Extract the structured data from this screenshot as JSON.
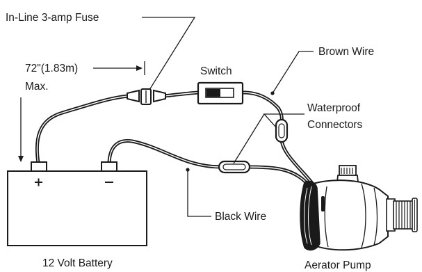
{
  "labels": {
    "fuse": "In-Line 3-amp Fuse",
    "length_line1": "72\"(1.83m)",
    "length_line2": "Max.",
    "switch": "Switch",
    "brown_wire": "Brown Wire",
    "waterproof_line1": "Waterproof",
    "waterproof_line2": "Connectors",
    "black_wire": "Black Wire",
    "battery": "12 Volt Battery",
    "pump": "Aerator Pump",
    "positive_terminal": "+",
    "negative_terminal": "−"
  },
  "colors": {
    "line": "#1a1a1a",
    "fill": "#ffffff"
  }
}
